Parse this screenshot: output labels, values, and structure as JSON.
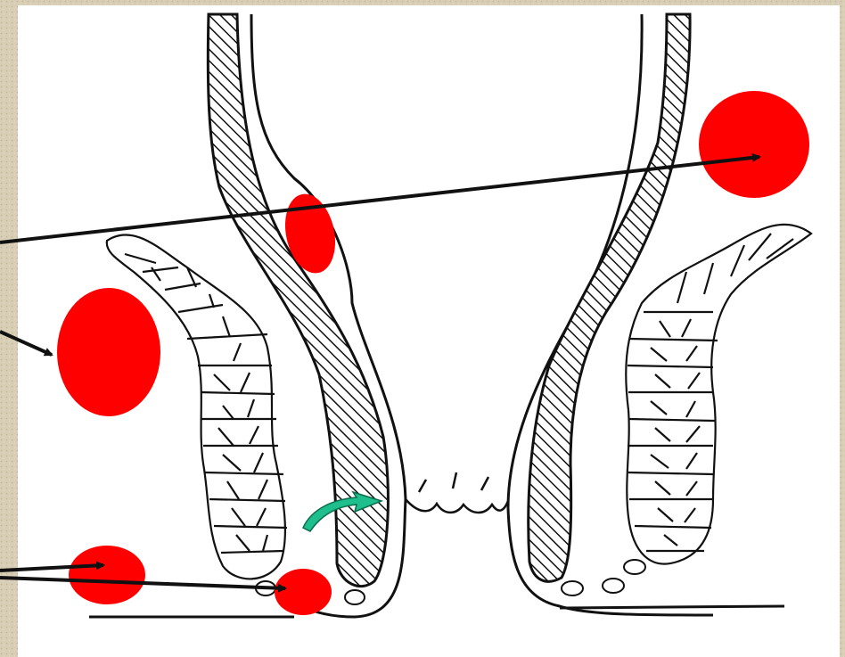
{
  "frame": {
    "border_color": "#d8cdb5",
    "background_color": "#ffffff"
  },
  "diagram": {
    "line_color": "#111111",
    "abscess_color": "#ff0000",
    "fistula_arrow_color": "#1ebf8c",
    "abscesses": [
      "supralevator-abscess-right",
      "intermuscular-abscess",
      "ischiorectal-abscess-left",
      "perianal-abscess",
      "intersphincteric-abscess"
    ],
    "pointer_arrows": [
      "arrow-to-supralevator-abscess",
      "arrow-to-ischiorectal-abscess",
      "arrow-to-perianal-abscess",
      "arrow-to-intersphincteric-abscess"
    ]
  }
}
